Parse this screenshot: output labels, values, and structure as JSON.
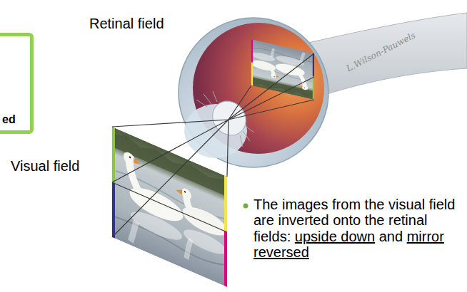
{
  "diagram": {
    "nodes": [
      {
        "text": [
          "ed"
        ]
      }
    ],
    "labels": [
      "Retinal field",
      "Visual field",
      "L.Wilson-Pauwels",
      "The images from the visual field are inverted onto the retinal fields:",
      "upside down",
      "and",
      "mirror reversed"
    ]
  }
}
